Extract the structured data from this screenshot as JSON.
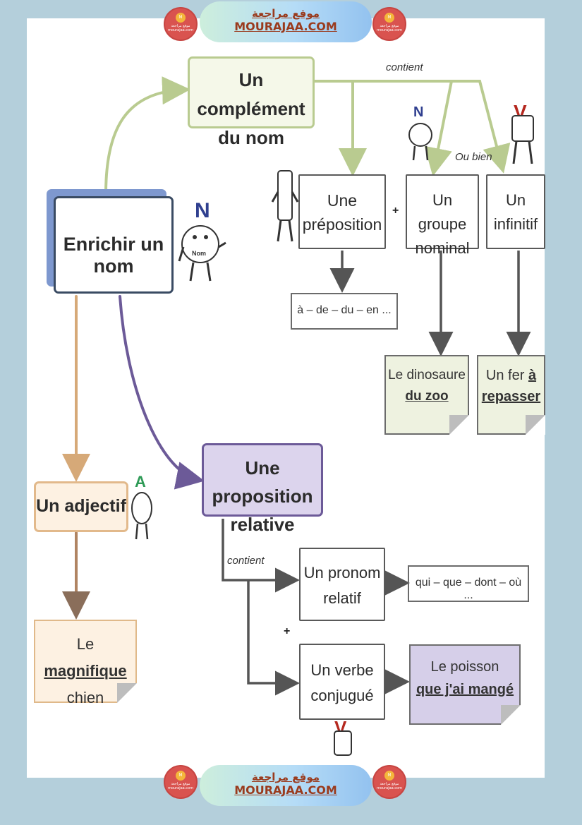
{
  "banner": {
    "arabic": "موقع مراجعة",
    "site": "MOURAJAA.COM"
  },
  "logo_text": "موقع مراجعة mourajaa.com",
  "colors": {
    "background": "#b4cfdb",
    "green": "#b9cb90",
    "orange": "#e2b98b",
    "purple": "#6c5a98",
    "navy": "#3a4b63"
  },
  "map": {
    "root": "Enrichir un nom",
    "complement": {
      "line1": "Un complément",
      "line2": "du nom"
    },
    "contains_top": "contient",
    "or_else": "Ou bien",
    "preposition": {
      "line1": "Une",
      "line2": "préposition"
    },
    "prep_examples": "à – de – du – en ...",
    "group_nominal": {
      "line1": "Un groupe",
      "line2": "nominal"
    },
    "gn_example": {
      "line1": "Le dinosaure",
      "line2": "du zoo"
    },
    "infinitive": {
      "line1": "Un",
      "line2": "infinitif"
    },
    "inf_example": {
      "line1_a": "Un fer ",
      "line1_b": "à",
      "line2": "repasser"
    },
    "adjective": "Un adjectif",
    "adj_example": {
      "line1_a": "Le ",
      "line1_b": "magnifique",
      "line2": "chien"
    },
    "relative": {
      "line1": "Une proposition",
      "line2": "relative"
    },
    "contains_bottom": "contient",
    "pronoun": {
      "line1": "Un pronom",
      "line2": "relatif"
    },
    "pronoun_examples": "qui – que – dont – où ...",
    "verb": {
      "line1": "Un verbe",
      "line2": "conjugué"
    },
    "verb_example": {
      "line1": "Le poisson",
      "line2": "que j'ai mangé"
    },
    "plus": "+",
    "mascot_nom": "Nom",
    "mascot_n": "N",
    "mascot_v": "V",
    "mascot_a": "A"
  }
}
